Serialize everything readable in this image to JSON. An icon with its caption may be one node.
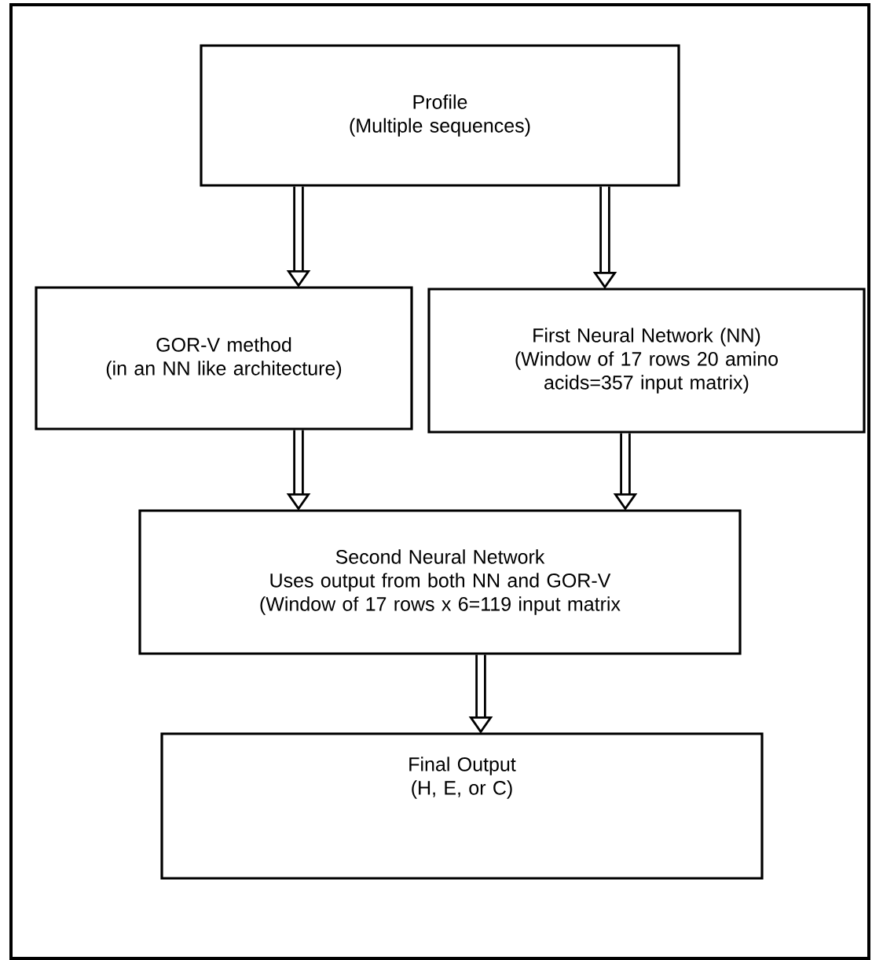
{
  "diagram": {
    "nodes": [
      {
        "text": [
          "Profile",
          "(Multiple sequences)"
        ]
      },
      {
        "text": [
          "GOR-V method",
          "(in an NN like architecture)"
        ]
      },
      {
        "text": [
          "First Neural Network (NN)",
          "(Window of 17 rows 20 amino acids=357 input matrix)"
        ]
      },
      {
        "text": [
          "Second Neural Network",
          "Uses output from both NN and GOR-V",
          "(Window of 17 rows x 6=119 input matrix"
        ]
      },
      {
        "text": [
          "Final Output",
          "(H, E, or C)"
        ]
      }
    ],
    "edges": [
      {
        "from": 0,
        "to": 1,
        "arrow": "to"
      },
      {
        "from": 0,
        "to": 2,
        "arrow": "to"
      },
      {
        "from": 1,
        "to": 3,
        "arrow": "to"
      },
      {
        "from": 2,
        "to": 3,
        "arrow": "to"
      },
      {
        "from": 3,
        "to": 4,
        "arrow": "to"
      }
    ]
  }
}
